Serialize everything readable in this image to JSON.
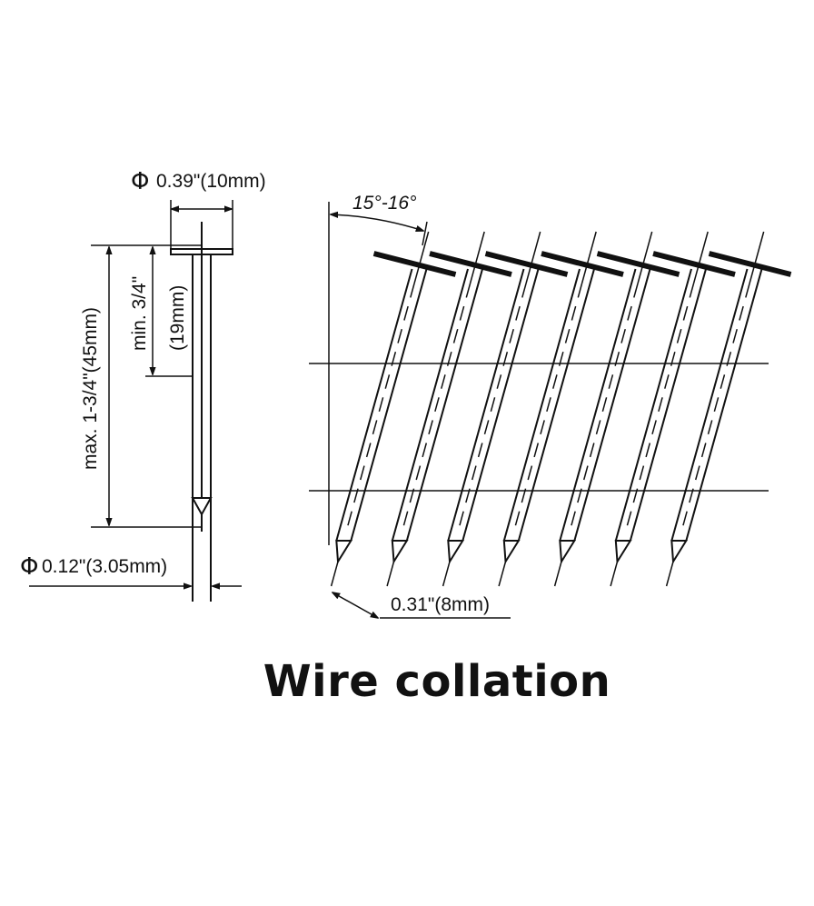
{
  "labels": {
    "head_diameter": "0.39\"(10mm)",
    "shank_diameter": "0.12\"(3.05mm)",
    "max_length": "max. 1-3/4\"(45mm)",
    "min_length_a": "min. 3/4\"",
    "min_length_b": "(19mm)",
    "angle": "15°-16°",
    "pitch": "0.31\"(8mm)",
    "diameter_symbol": "Φ"
  },
  "title": "Wire collation",
  "nail_count": 7
}
